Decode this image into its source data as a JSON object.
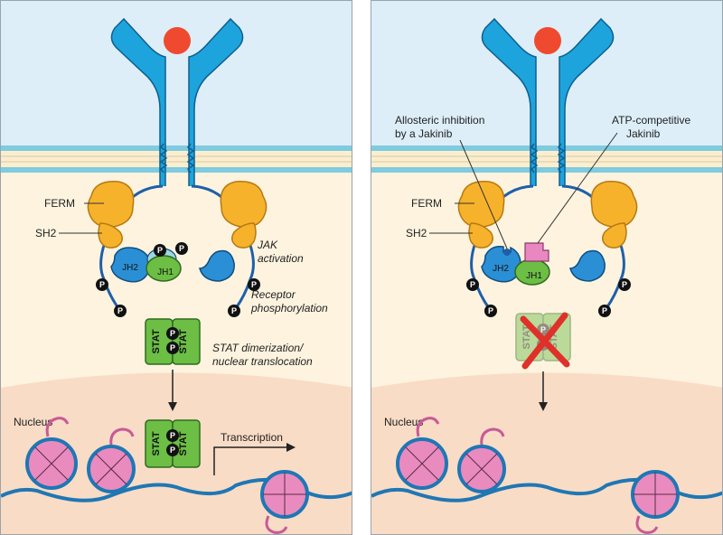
{
  "left": {
    "ferm": "FERM",
    "sh2": "SH2",
    "jh2": "JH2",
    "jh1": "JH1",
    "p": "P",
    "jak_activation": [
      "JAK",
      "activation"
    ],
    "receptor_phosphorylation": [
      "Receptor",
      "phosphorylation"
    ],
    "stat": "STAT",
    "stat_dimerization": [
      "STAT dimerization/",
      "nuclear translocation"
    ],
    "nucleus": "Nucleus",
    "transcription": "Transcription"
  },
  "right": {
    "allosteric": [
      "Allosteric inhibition",
      "by a Jakinib"
    ],
    "atp_competitive": [
      "ATP-competitive",
      "Jakinib"
    ],
    "ferm": "FERM",
    "sh2": "SH2",
    "jh2": "JH2",
    "jh1": "JH1",
    "p": "P",
    "stat": "STAT",
    "nucleus": "Nucleus"
  },
  "colors": {
    "receptor": "#1ea4dc",
    "ligand": "#ef4a2f",
    "ferm": "#f7b22c",
    "jh_blue": "#2b8fd6",
    "jh1_green": "#6cbe45",
    "stat_green": "#6cbe45",
    "nucleosome": "#e98bbf",
    "dna": "#1f77b4",
    "extracellular": "#ddeef8",
    "cytoplasm": "#fdf3df",
    "nucleoplasm": "#f9dcc6",
    "membrane": "#7fcbe0",
    "inhibitor_x": "#e0302a",
    "inhibitor_pink": "#e887c0"
  }
}
